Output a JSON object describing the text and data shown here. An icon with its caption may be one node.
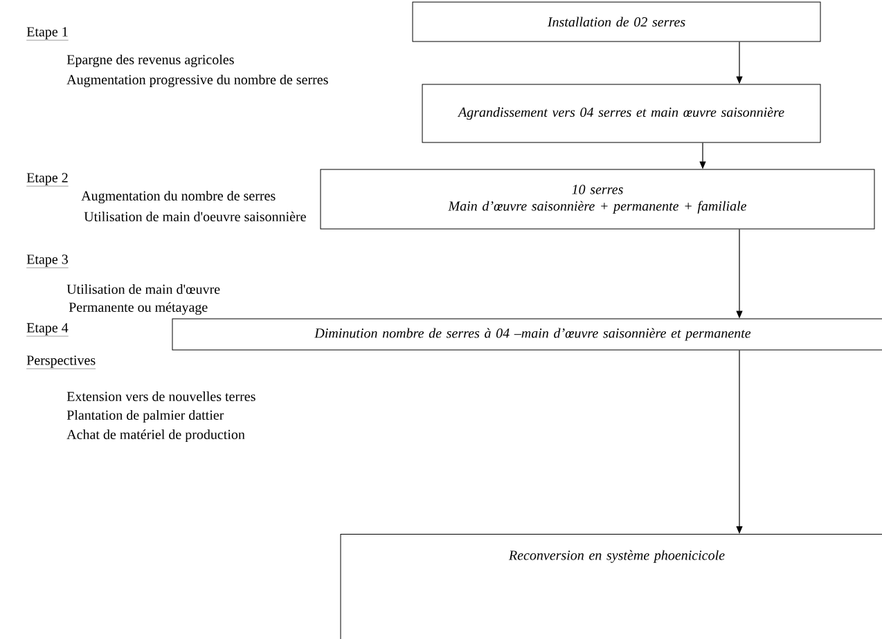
{
  "diagram": {
    "nodes": [
      {
        "text": [
          "Installation de 02 serres"
        ]
      },
      {
        "text": [
          "Agrandissement vers 04 serres et main œuvre saisonnière"
        ]
      },
      {
        "text": [
          "10 serres",
          "Main d’œuvre saisonnière +  permanente + familiale"
        ]
      },
      {
        "text": [
          "Diminution nombre de serres à 04 –main d’œuvre saisonnière et permanente"
        ]
      },
      {
        "text": [
          "Reconversion en système phoenicicole"
        ]
      }
    ],
    "edges": [
      {
        "from": 0,
        "to": 1,
        "arrow": "to"
      },
      {
        "from": 1,
        "to": 2,
        "arrow": "to"
      },
      {
        "from": 2,
        "to": 3,
        "arrow": "to"
      },
      {
        "from": 3,
        "to": 4,
        "arrow": "to"
      }
    ],
    "labels": [
      "Etape 1",
      "Epargne des revenus agricoles",
      "Augmentation progressive du nombre de serres",
      "Etape 2",
      "Augmentation du nombre de serres",
      "Utilisation de main d'oeuvre saisonnière",
      "Etape 3",
      "Utilisation de main d'œuvre",
      "Permanente ou métayage",
      "Etape 4",
      "Perspectives",
      "Extension vers de nouvelles terres",
      "Plantation de palmier dattier",
      "Achat de matériel de production"
    ]
  }
}
